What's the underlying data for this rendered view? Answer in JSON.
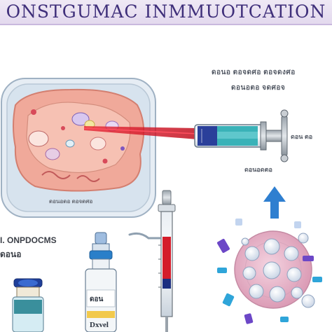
{
  "title": "ONSTGUMAC INMMUOTCATION",
  "labels": {
    "top_line_1": "ดอนอ ตอจดศอ ตอจดงศอ",
    "top_line_2": "ดอนอตอ จดศอจ",
    "tissue_caption": "ดอนอดอ ตอจดศอ",
    "syringe_side": "ดอน ตอ",
    "syringe_bottom": "ดอนอดตอ",
    "left_line_1": "I. ONPDOCMS",
    "left_line_2": "ดอนอ",
    "vial_brand": "ดอน",
    "vial_bottom": "Dxvel"
  },
  "colors": {
    "title": "#3f2f7a",
    "tissue_fill": "#f0a99a",
    "plasma_red": "#e02030",
    "arrow_blue": "#2f7fd0",
    "virus_pink": "#e7b6c8"
  },
  "icons": {
    "upward_arrow": "arrow-up-icon",
    "virus": "virus-particle-icon",
    "injection_syringe": "syringe-icon",
    "vial": "vaccine-vial-icon"
  }
}
